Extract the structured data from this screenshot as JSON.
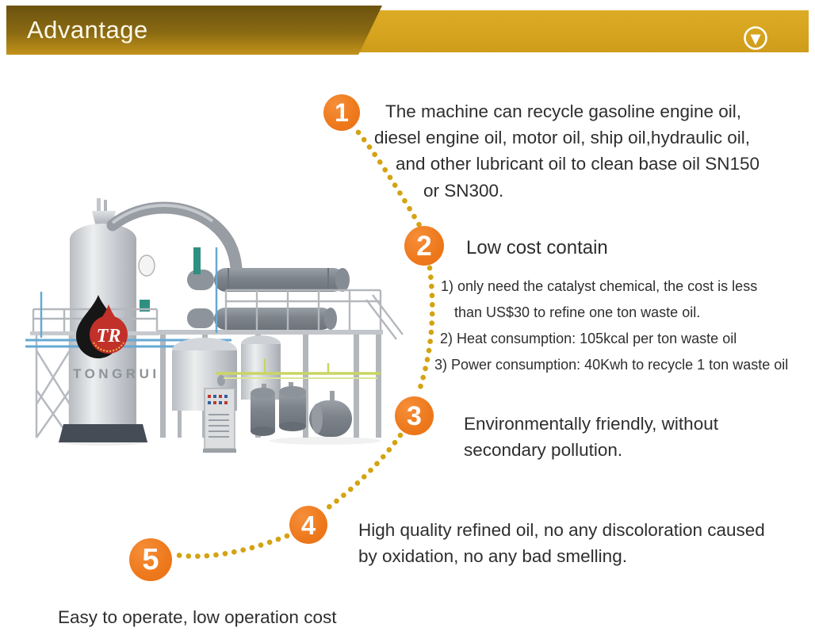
{
  "header": {
    "title": "Advantage",
    "icon": "scroll-down"
  },
  "brand": {
    "logo_abbr": "TR",
    "name": "TONGRUI"
  },
  "advantages": [
    {
      "number": "1",
      "lines": [
        "The machine can recycle gasoline engine oil,",
        "diesel engine oil, motor oil, ship oil,hydraulic oil,",
        "and other lubricant oil to clean base oil SN150",
        "or SN300."
      ]
    },
    {
      "number": "2",
      "heading": "Low cost contain",
      "lines": [
        "1) only need the catalyst chemical, the cost is less",
        "than US$30 to refine one ton waste oil.",
        "2) Heat consumption: 105kcal per ton waste oil",
        "3) Power consumption: 40Kwh to recycle 1 ton waste oil"
      ]
    },
    {
      "number": "3",
      "lines": [
        "Environmentally friendly, without",
        "secondary pollution."
      ]
    },
    {
      "number": "4",
      "lines": [
        "High quality refined oil, no any discoloration caused",
        "by oxidation, no any bad smelling."
      ]
    },
    {
      "number": "5",
      "lines": [
        "Easy to operate, low operation cost"
      ]
    }
  ],
  "colors": {
    "header_dark": "#6b5310",
    "header_gold": "#d7a41f",
    "accent_orange": "#ee7a1d",
    "dot_gold": "#d4a312",
    "logo_red": "#c13129",
    "body_text": "#2e2e2e"
  }
}
